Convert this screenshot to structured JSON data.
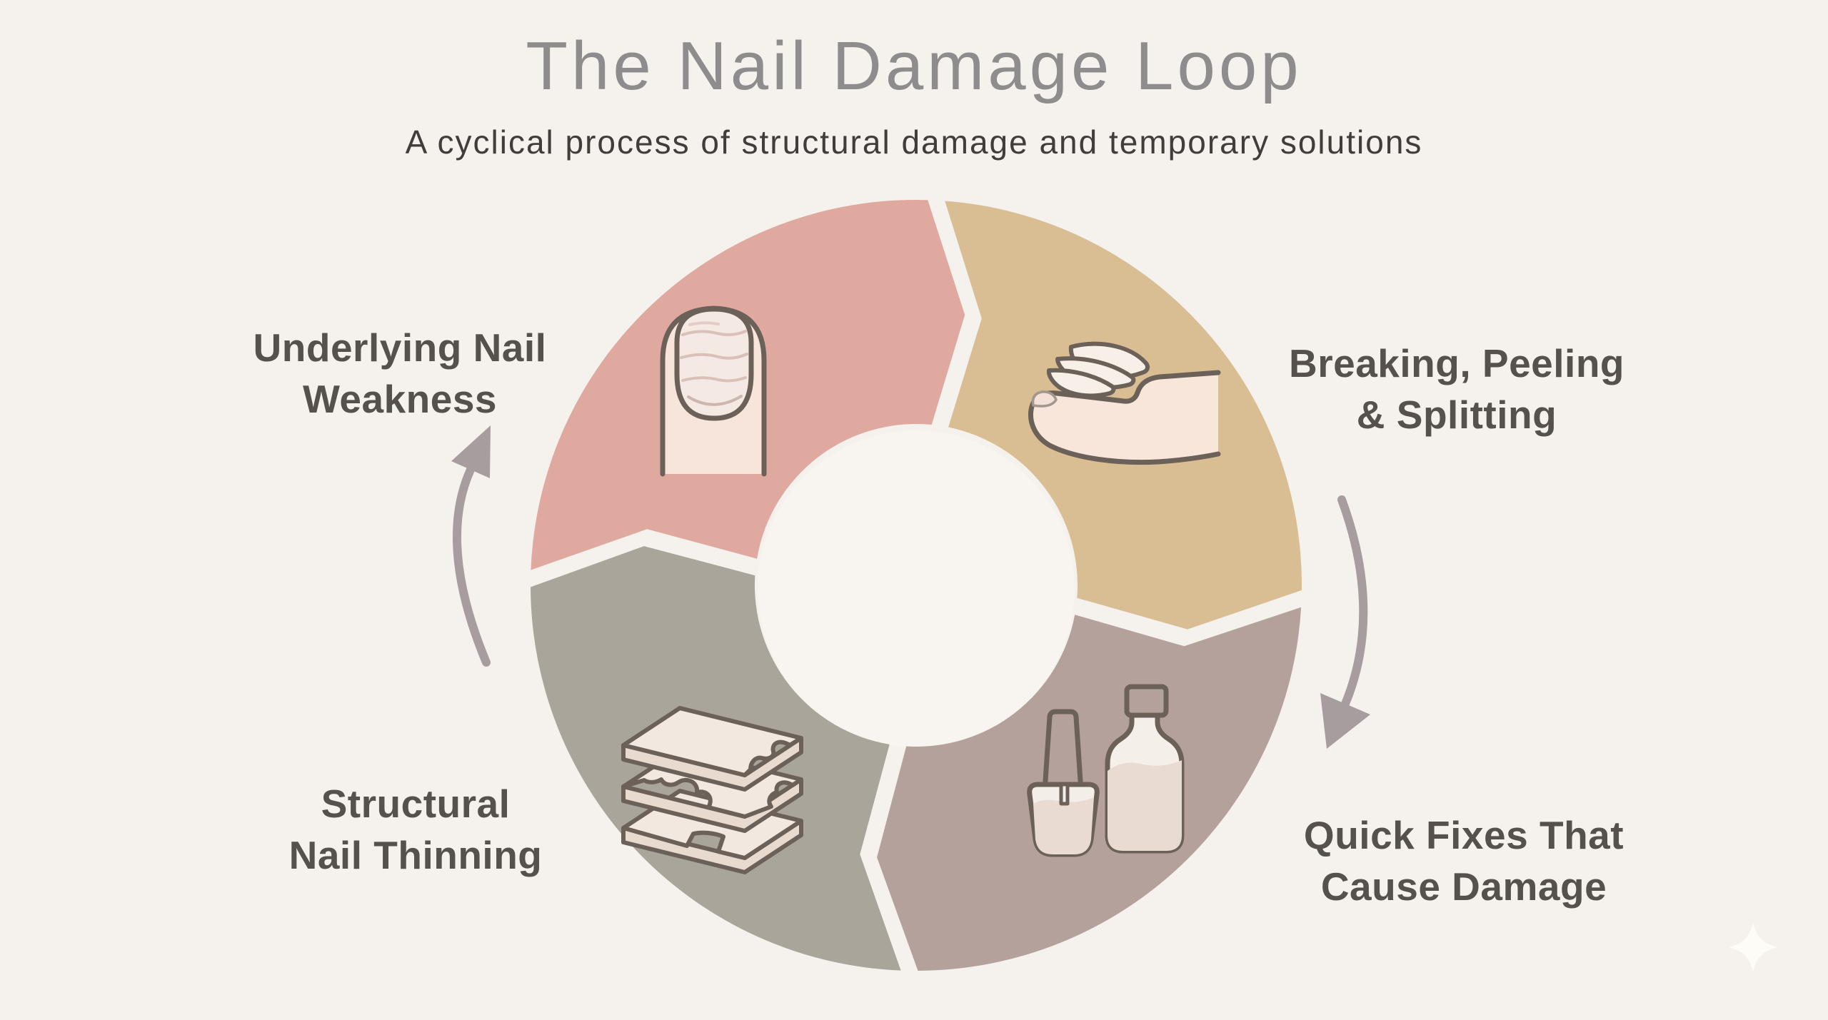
{
  "header": {
    "title": "The Nail Damage Loop",
    "subtitle": "A cyclical process of structural damage and temporary solutions"
  },
  "cycle": {
    "segments": [
      {
        "id": "underlying-nail-weakness",
        "position": "top-left",
        "label": "Underlying Nail\nWeakness",
        "color": "#e0a9a0",
        "icon": "ridged-nail-icon"
      },
      {
        "id": "breaking-peeling-splitting",
        "position": "top-right",
        "label": "Breaking, Peeling\n& Splitting",
        "color": "#d9bd93",
        "icon": "peeling-fingertip-icon"
      },
      {
        "id": "quick-fixes-cause-damage",
        "position": "bottom-right",
        "label": "Quick Fixes That\nCause Damage",
        "color": "#b4a19c",
        "icon": "polish-bottles-icon"
      },
      {
        "id": "structural-nail-thinning",
        "position": "bottom-left",
        "label": "Structural\nNail Thinning",
        "color": "#a9a59b",
        "icon": "nail-layers-stack-icon"
      }
    ],
    "arrows": [
      {
        "id": "left",
        "direction": "up",
        "color": "#a79d9f"
      },
      {
        "id": "right",
        "direction": "down",
        "color": "#a79d9f"
      }
    ]
  },
  "decorations": {
    "sparkle": "four-point-star"
  },
  "colors": {
    "background": "#f5f1ec",
    "hole": "#f8f4ef",
    "outline": "#6b6159",
    "title": "#8f8c8d",
    "subtitle": "#413d3a",
    "label": "#57514c"
  }
}
